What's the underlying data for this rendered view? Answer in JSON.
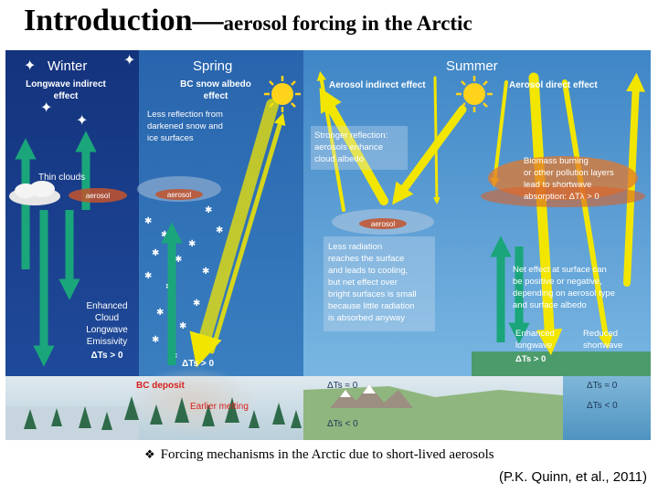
{
  "slide": {
    "title_main": "Introduction—",
    "title_rest": "aerosol forcing in the Arctic",
    "caption_text": "Forcing mechanisms in the Arctic due to short-lived aerosols",
    "citation": "(P.K. Quinn, et al., 2011)"
  },
  "figure": {
    "seasons": {
      "winter": "Winter",
      "spring": "Spring",
      "summer": "Summer"
    },
    "winter": {
      "heading_line1": "Longwave indirect",
      "heading_line2": "effect",
      "thin_clouds": "Thin clouds",
      "aerosol_tag": "aerosol",
      "emissivity_lines": [
        "Enhanced",
        "Cloud",
        "Longwave",
        "Emissivity",
        "ΔTs > 0"
      ]
    },
    "spring": {
      "heading_line1": "BC snow albedo",
      "heading_line2": "effect",
      "less_reflection_lines": [
        "Less reflection from",
        "darkened snow and",
        "ice surfaces"
      ],
      "aerosol_tag": "aerosol",
      "delta": "ΔTs > 0",
      "bc_deposit": "BC deposit",
      "earlier_melting": "Earlier melting"
    },
    "summer": {
      "indirect_heading": "Aerosol indirect effect",
      "direct_heading": "Aerosol direct effect",
      "stronger_reflection_lines": [
        "Stronger reflection:",
        "aerosols enhance",
        "cloud albedo"
      ],
      "aerosol_tag": "aerosol",
      "less_radiation_lines": [
        "Less radiation",
        "reaches the surface",
        "and leads to cooling,",
        "but net effect over",
        "bright surfaces is small",
        "because little radiation",
        "is absorbed anyway"
      ],
      "biomass_lines": [
        "Biomass burning",
        "or other pollution layers",
        "lead to shortwave",
        "absorption: ΔTλ > 0"
      ],
      "net_effect_lines": [
        "Net effect at surface can",
        "be positive or negative,",
        "depending on aerosol type",
        "and surface albedo"
      ],
      "enhanced_longwave_lines": [
        "Enhanced",
        "longwave",
        "ΔTs > 0"
      ],
      "reduced_shortwave_lines": [
        "Reduced",
        "shortwave"
      ],
      "delta_near_zero": "ΔTs ≈ 0",
      "delta_near_zero_right": "ΔTs ≈ 0",
      "delta_below_zero": "ΔTs < 0",
      "delta_below_zero_right": "ΔTs < 0"
    },
    "colors": {
      "winter_bg": "#1b3f8f",
      "spring_bg": "#2c6fb6",
      "summer_bg": "#4d93cf",
      "heading_text": "#ffffff",
      "green_arrow": "#1aa67a",
      "yellow_arrow": "#f2e600",
      "sun": "#ffd21c",
      "ground_snow": "#e8f0f5",
      "bc_text": "#d81e1e"
    }
  }
}
